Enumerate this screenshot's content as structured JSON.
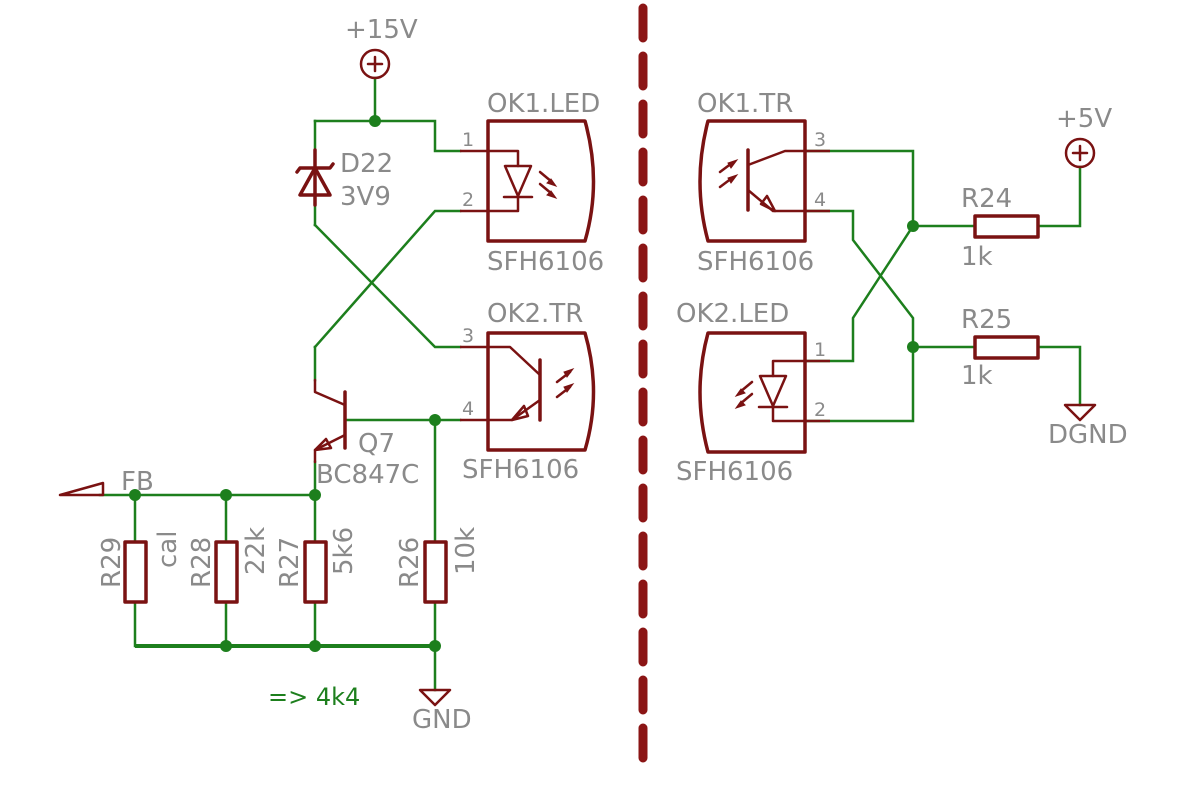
{
  "supplies": {
    "vplus15": "+15V",
    "vplus5": "+5V",
    "gnd": "GND",
    "dgnd": "DGND"
  },
  "parts": {
    "d22": {
      "name": "D22",
      "value": "3V9"
    },
    "q7": {
      "name": "Q7",
      "value": "BC847C"
    },
    "ok1_led": {
      "name": "OK1.LED",
      "value": "SFH6106",
      "pin_a": "1",
      "pin_b": "2"
    },
    "ok2_tr": {
      "name": "OK2.TR",
      "value": "SFH6106",
      "pin_a": "3",
      "pin_b": "4"
    },
    "ok1_tr": {
      "name": "OK1.TR",
      "value": "SFH6106",
      "pin_a": "3",
      "pin_b": "4"
    },
    "ok2_led": {
      "name": "OK2.LED",
      "value": "SFH6106",
      "pin_a": "1",
      "pin_b": "2"
    },
    "r24": {
      "name": "R24",
      "value": "1k"
    },
    "r25": {
      "name": "R25",
      "value": "1k"
    },
    "r26": {
      "name": "R26",
      "value": "10k"
    },
    "r27": {
      "name": "R27",
      "value": "5k6"
    },
    "r28": {
      "name": "R28",
      "value": "22k"
    },
    "r29": {
      "name": "R29",
      "value": "cal"
    }
  },
  "nets": {
    "fb": "FB"
  },
  "notes": {
    "parallel_result": "=> 4k4"
  },
  "colors": {
    "wire": "#1d7f1d",
    "part": "#7a1212",
    "label": "#8a8a8a",
    "separator": "#8b1515"
  }
}
